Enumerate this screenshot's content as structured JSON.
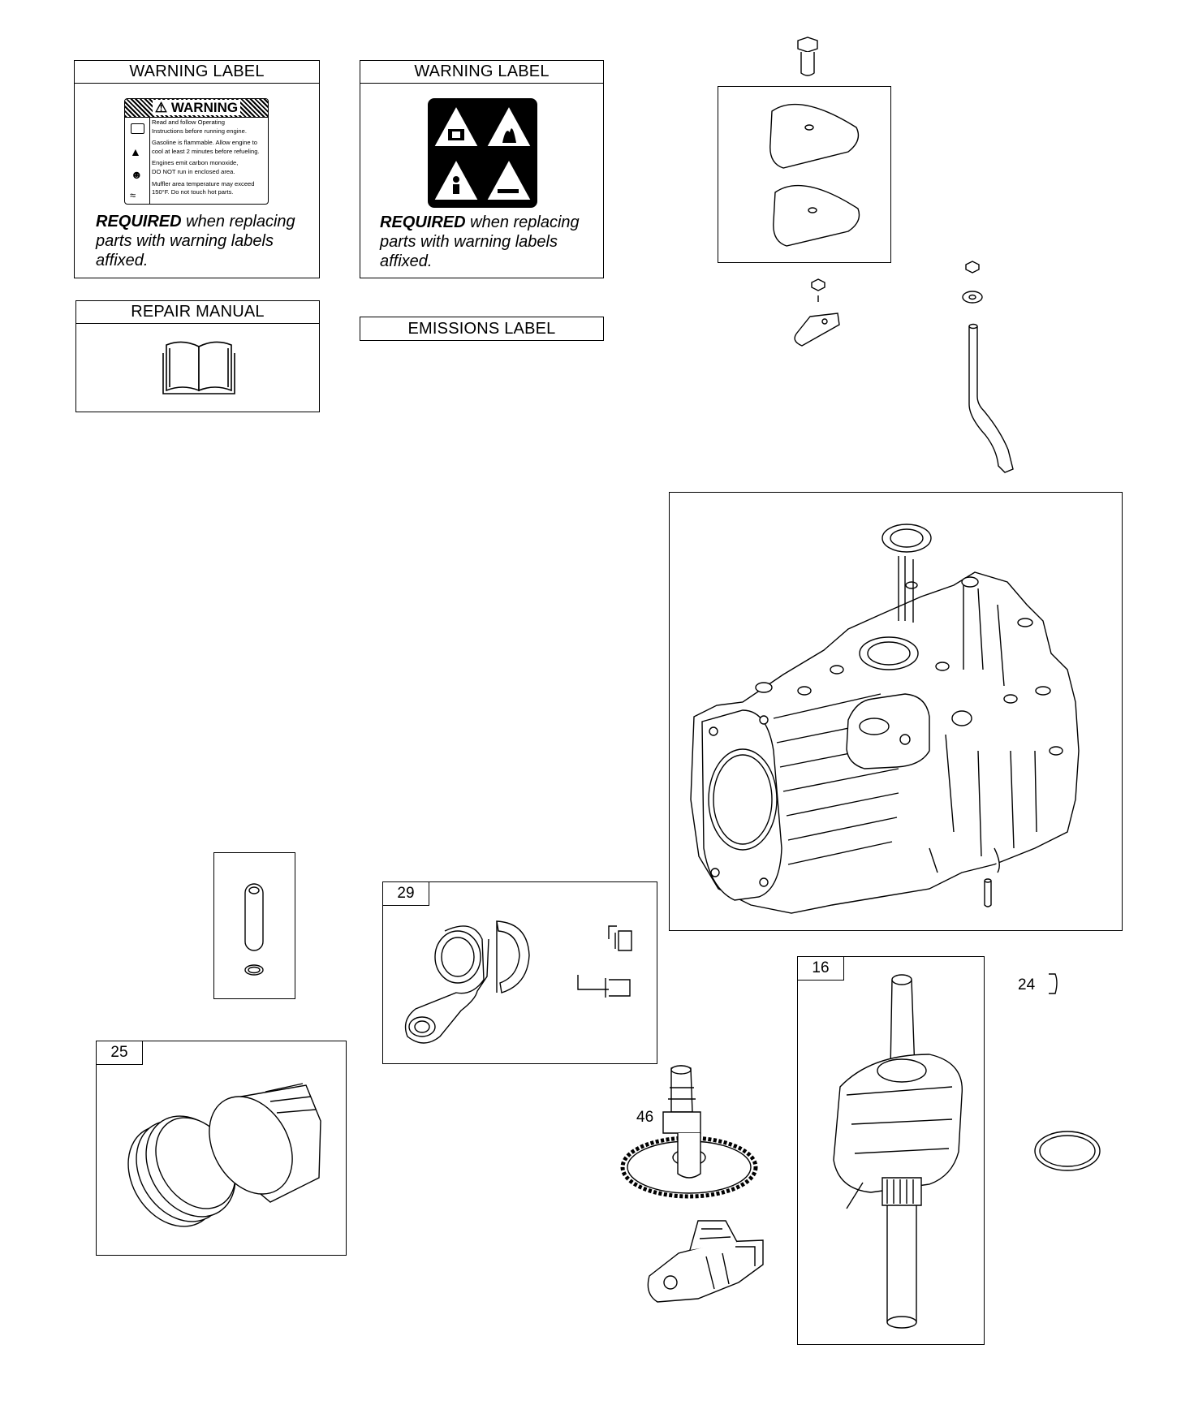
{
  "labels": {
    "warning_label_1": {
      "title": "WARNING LABEL",
      "sticker_heading": "WARNING",
      "sticker_lines": [
        "Read and follow Operating",
        "Instructions before running engine.",
        "Gasoline is flammable. Allow engine to",
        "cool at least 2 minutes before refueling.",
        "Engines emit carbon monoxide,",
        "DO NOT run in enclosed area.",
        "Muffler area temperature may exceed",
        "150°F. Do not touch hot parts."
      ],
      "note_bold": "REQUIRED",
      "note_rest": " when replacing parts with warning labels affixed."
    },
    "warning_label_2": {
      "title": "WARNING LABEL",
      "note_bold": "REQUIRED",
      "note_rest": " when replacing parts with warning labels affixed."
    },
    "repair_manual": {
      "title": "REPAIR MANUAL"
    },
    "emissions_label": {
      "title": "EMISSIONS LABEL"
    }
  },
  "callouts": {
    "piston_rings": "25",
    "connecting_rod": "29",
    "crankshaft": "16",
    "key": "24",
    "camshaft": "46"
  }
}
